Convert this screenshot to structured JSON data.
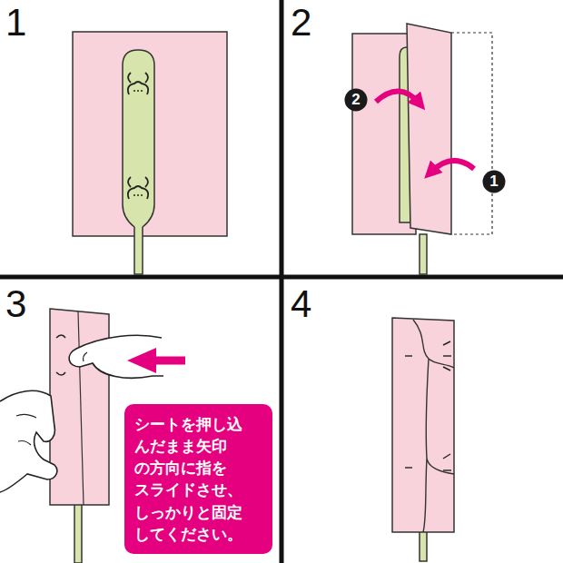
{
  "diagram": {
    "nodes": [
      {
        "text": [
          "2"
        ]
      },
      {
        "text": [
          "1"
        ]
      },
      {
        "text": [
          "シートを押し込 んだまま矢印 の方向に指を スライドさせ、 しっかりと固定 してください。"
        ]
      }
    ],
    "labels": [
      "1",
      "2",
      "3",
      "4"
    ]
  }
}
